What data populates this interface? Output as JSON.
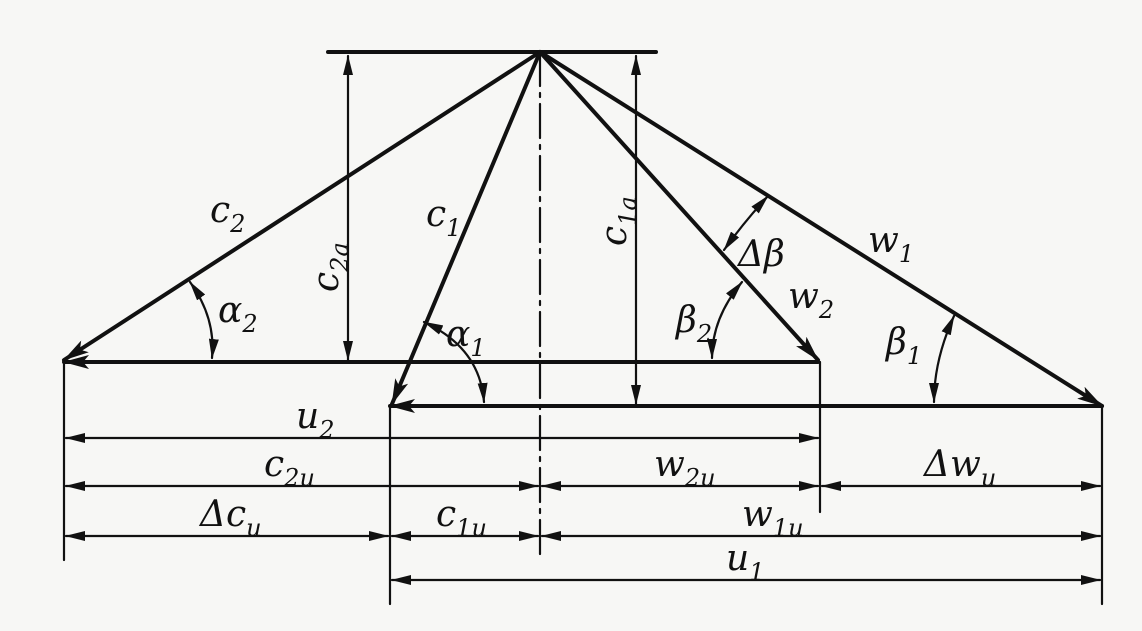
{
  "labels": {
    "c2": {
      "main": "c",
      "sub": "2"
    },
    "c2a": {
      "main": "c",
      "sub": "2a"
    },
    "c1": {
      "main": "c",
      "sub": "1"
    },
    "c1a": {
      "main": "c",
      "sub": "1a"
    },
    "w1": {
      "main": "w",
      "sub": "1"
    },
    "w2": {
      "main": "w",
      "sub": "2"
    },
    "dbeta": {
      "main": "Δβ",
      "sub": ""
    },
    "alpha2": {
      "main": "α",
      "sub": "2"
    },
    "alpha1": {
      "main": "α",
      "sub": "1"
    },
    "beta2": {
      "main": "β",
      "sub": "2"
    },
    "beta1": {
      "main": "β",
      "sub": "1"
    },
    "u2": {
      "main": "u",
      "sub": "2"
    },
    "c2u": {
      "main": "c",
      "sub": "2u"
    },
    "w2u": {
      "main": "w",
      "sub": "2u"
    },
    "dwu": {
      "main": "Δw",
      "sub": "u"
    },
    "dcu": {
      "main": "Δc",
      "sub": "u"
    },
    "c1u": {
      "main": "c",
      "sub": "1u"
    },
    "w1u": {
      "main": "w",
      "sub": "1u"
    },
    "u1": {
      "main": "u",
      "sub": "1"
    }
  }
}
